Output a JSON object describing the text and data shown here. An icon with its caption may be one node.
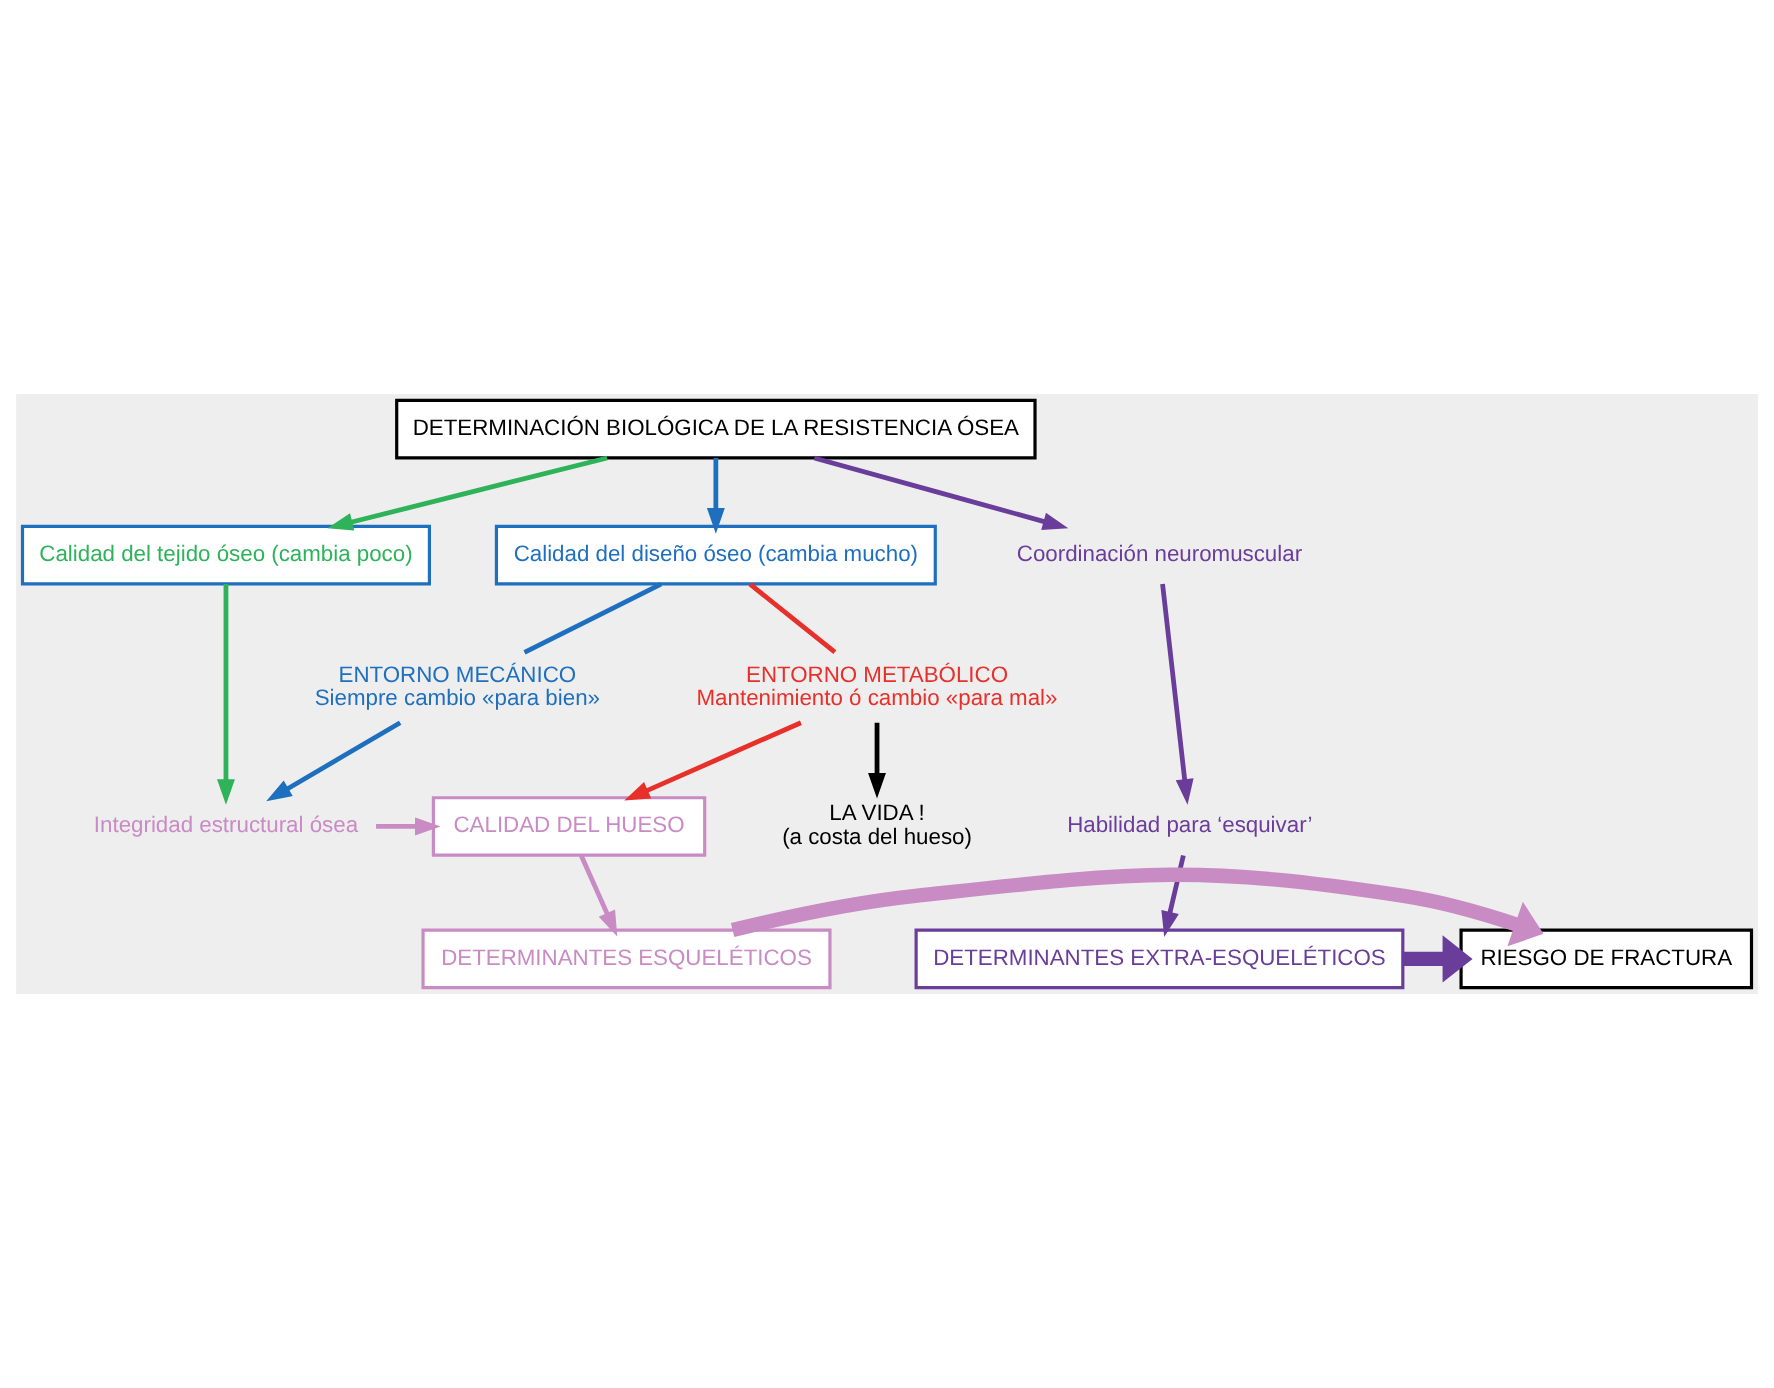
{
  "diagram": {
    "nodes": [
      {
        "text": [
          "DETERMINACIÓN BIOLÓGICA DE LA RESISTENCIA ÓSEA"
        ]
      },
      {
        "text": [
          "Calidad del tejido óseo (cambia poco)"
        ]
      },
      {
        "text": [
          "Calidad del diseño óseo (cambia mucho)"
        ]
      },
      {
        "text": [
          "Coordinación neuromuscular"
        ]
      },
      {
        "text": [
          "ENTORNO MECÁNICO",
          "Siempre cambio «para bien»"
        ]
      },
      {
        "text": [
          "ENTORNO METABÓLICO",
          "Mantenimiento ó cambio «para mal»"
        ]
      },
      {
        "text": [
          "Habilidad para ‘esquivar’"
        ]
      },
      {
        "text": [
          "Integridad estructural ósea"
        ]
      },
      {
        "text": [
          "CALIDAD DEL HUESO"
        ]
      },
      {
        "text": [
          "LA VIDA !",
          "(a costa del hueso)"
        ]
      },
      {
        "text": [
          "DETERMINANTES EXTRA-ESQUELÉTICOS"
        ]
      },
      {
        "text": [
          "RIESGO DE FRACTURA"
        ]
      },
      {
        "text": [
          "DETERMINANTES ESQUELÉTICOS"
        ]
      }
    ],
    "edges": [
      {
        "from": 0,
        "to": 3,
        "arrow": "to",
        "color": "#6a3d9a"
      },
      {
        "from": 0,
        "to": 1,
        "arrow": "to",
        "color": "#2eb35a"
      },
      {
        "from": 0,
        "to": 2,
        "arrow": "to",
        "color": "#1f6fbf"
      },
      {
        "from": 2,
        "to": 4,
        "arrow": "none",
        "color": "#1f6fbf"
      },
      {
        "from": 2,
        "to": 5,
        "arrow": "none",
        "color": "#e8302b"
      },
      {
        "from": 3,
        "to": 6,
        "arrow": "to",
        "color": "#6a3d9a"
      },
      {
        "from": 1,
        "to": 7,
        "arrow": "to",
        "color": "#2eb35a"
      },
      {
        "from": 4,
        "to": 7,
        "arrow": "to",
        "color": "#1f6fbf"
      },
      {
        "from": 5,
        "to": 8,
        "arrow": "to",
        "color": "#e8302b"
      },
      {
        "from": 5,
        "to": 9,
        "arrow": "to",
        "color": "#000000"
      },
      {
        "from": 7,
        "to": 8,
        "arrow": "to",
        "color": "#c98bc4"
      },
      {
        "from": 6,
        "to": 10,
        "arrow": "to",
        "color": "#6a3d9a"
      },
      {
        "from": 8,
        "to": 12,
        "arrow": "to",
        "color": "#c98bc4"
      },
      {
        "from": 10,
        "to": 11,
        "arrow": "to",
        "style": "thick",
        "color": "#6a3d9a"
      },
      {
        "from": 12,
        "to": 11,
        "arrow": "to",
        "style": "thick",
        "color": "#c98bc4"
      }
    ]
  }
}
